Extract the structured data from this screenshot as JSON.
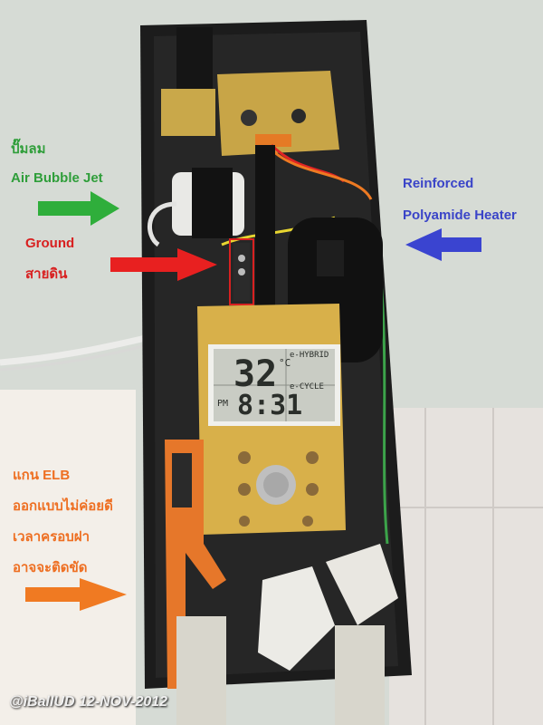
{
  "annotations": {
    "air_bubble_thai": "ปั๊มลม",
    "air_bubble_en": "Air Bubble Jet",
    "ground_en": "Ground",
    "ground_thai": "สายดิน",
    "heater_line1": "Reinforced",
    "heater_line2": "Polyamide Heater",
    "elb_line1": "แกน   ELB",
    "elb_line2": "ออกแบบไม่ค่อยดี",
    "elb_line3": "เวลาครอบฝา",
    "elb_line4": "อาจจะติดขัด"
  },
  "display": {
    "temperature": "32",
    "unit": "°C",
    "period": "PM",
    "time": "8:31",
    "mode_top": "e-HYBRID",
    "mode_bottom": "e-CYCLE"
  },
  "watermark": "@iBallUD 12-NOV-2012",
  "colors": {
    "green_label": "#2f9e3a",
    "red_label": "#d82020",
    "blue_label": "#3a44c8",
    "orange_label": "#ee6f22",
    "housing": "#1c1c1c",
    "pcb": "#d8b04a",
    "wall": "#d9ddd8"
  }
}
